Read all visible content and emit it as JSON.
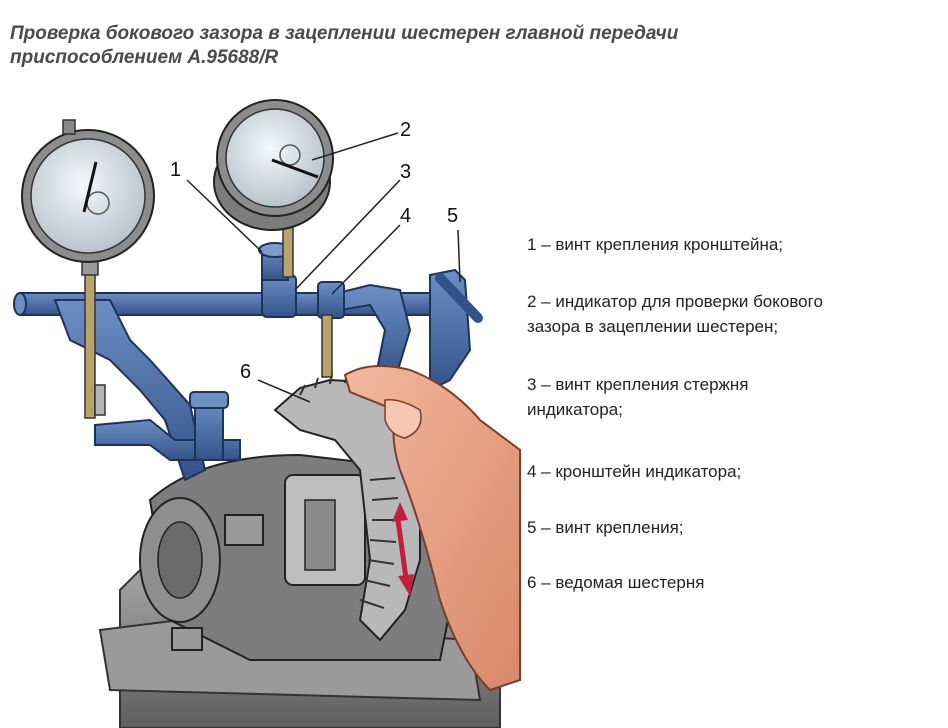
{
  "title": {
    "line1": "Проверка бокового зазора в зацеплении шестерен главной передачи",
    "line2": "приспособлением А.95688/R"
  },
  "callouts": [
    "1",
    "2",
    "3",
    "4",
    "5",
    "6"
  ],
  "legend": [
    {
      "line1": "1 – винт крепления кронштейна;",
      "line2": ""
    },
    {
      "line1": "2 – индикатор для проверки бокового",
      "line2": "зазора в зацеплении шестерен;"
    },
    {
      "line1": "3 – винт крепления стержня",
      "line2": "индикатора;"
    },
    {
      "line1": "4 – кронштейн индикатора;",
      "line2": ""
    },
    {
      "line1": "5 – винт крепления;",
      "line2": ""
    },
    {
      "line1": "6 – ведомая шестерня",
      "line2": ""
    }
  ],
  "colors": {
    "bracket": "#4a6fa8",
    "housing": "#8a8a8a",
    "gauge_face": "#e8eef0",
    "hand": "#e8a58a",
    "arrow": "#c0203a"
  }
}
